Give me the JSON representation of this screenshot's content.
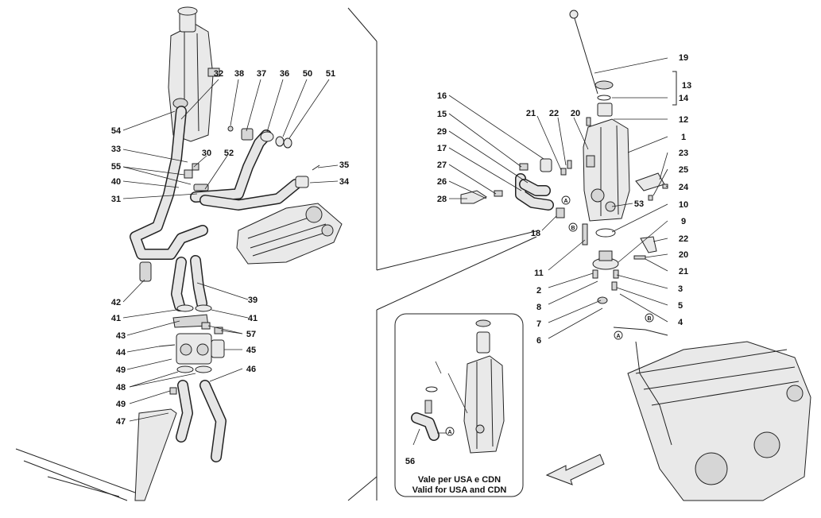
{
  "callouts": {
    "n1": "1",
    "n2": "2",
    "n3": "3",
    "n4": "4",
    "n5": "5",
    "n6": "6",
    "n7": "7",
    "n8": "8",
    "n9": "9",
    "n10": "10",
    "n11": "11",
    "n12": "12",
    "n13": "13",
    "n14": "14",
    "n15": "15",
    "n16": "16",
    "n17": "17",
    "n18": "18",
    "n19": "19",
    "n20": "20",
    "n21": "21",
    "n22": "22",
    "n23": "23",
    "n24": "24",
    "n25": "25",
    "n26": "26",
    "n27": "27",
    "n28": "28",
    "n29": "29",
    "n30": "30",
    "n31": "31",
    "n32": "32",
    "n33": "33",
    "n34": "34",
    "n35": "35",
    "n36": "36",
    "n37": "37",
    "n38": "38",
    "n39": "39",
    "n40": "40",
    "n41": "41",
    "n42": "42",
    "n43": "43",
    "n44": "44",
    "n45": "45",
    "n46": "46",
    "n47": "47",
    "n48": "48",
    "n49": "49",
    "n50": "50",
    "n51": "51",
    "n52": "52",
    "n53": "53",
    "n54": "54",
    "n55": "55",
    "n56": "56",
    "n57": "57"
  },
  "markers": {
    "a": "A",
    "b": "B"
  },
  "inset_caption": {
    "line1": "Vale per USA e CDN",
    "line2": "Valid for USA and CDN"
  }
}
